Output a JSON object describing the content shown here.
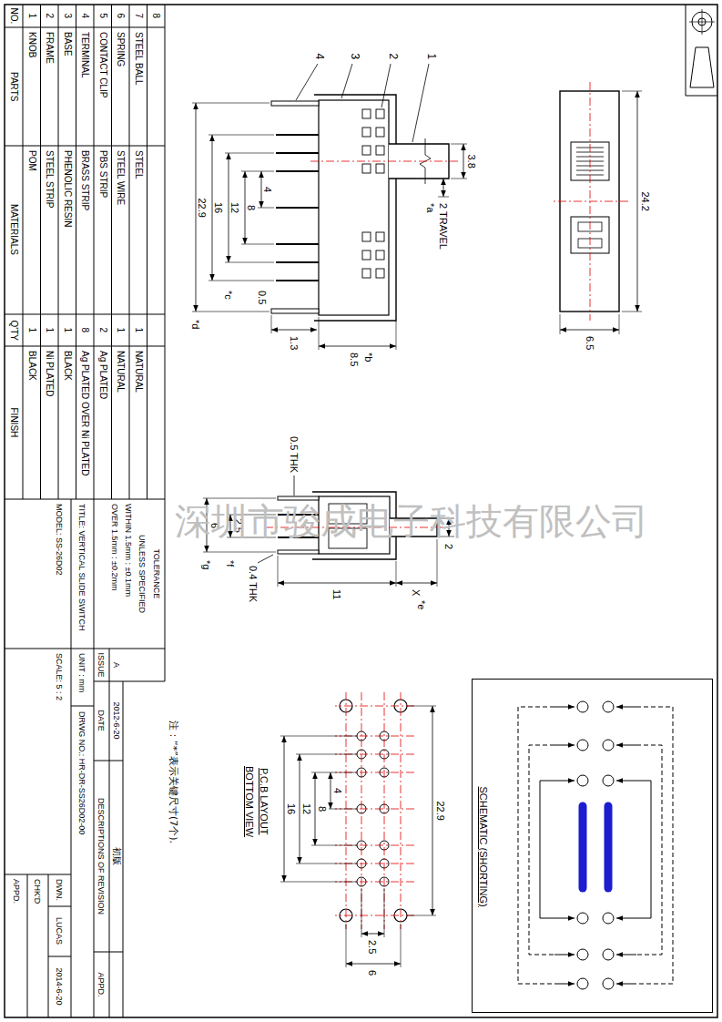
{
  "diagram": {
    "nodes": [
      {
        "text": [
          "SCHEMATIC (SHORTING)"
        ]
      }
    ],
    "labels": [
      "8",
      "7",
      "STEEL BALL",
      "STEEL",
      "1",
      "NATURAL",
      "6",
      "SPRING",
      "STEEL WIRE",
      "1",
      "NATURAL",
      "5",
      "CONTACT CLIP",
      "PBS STRIP",
      "2",
      "Ag PLATED",
      "4",
      "TERMINAL",
      "BRASS STRIP",
      "8",
      "Ag PLATED OVER Ni PLATED",
      "3",
      "BASE",
      "PHENOLIC RESIN",
      "1",
      "BLACK",
      "2",
      "FRAME",
      "STEEL STRIP",
      "1",
      "Ni PLATED",
      "1",
      "KNOB",
      "POM",
      "1",
      "BLACK",
      "NO.",
      "PARTS",
      "MATERIALS",
      "Q'TY",
      "FINISH",
      "TOLERANCE",
      "UNLESS SPECIFIED",
      "WITHIN 1.5mm : ±0.1mm",
      "OVER 1.5mm : ±0.2mm",
      "ISSUE",
      "A",
      "DATE",
      "2012-6-20",
      "DESCRIPTIONS OF REVISION",
      "初版",
      "APPD.",
      "TITLE: VERTICAL SLIDE SWITCH",
      "UNIT : mm",
      "DRWG NO.: HR-DR-SS26D02-00",
      "MODEL: SS-26D02",
      "SCALE: 5 : 2",
      "DWN.",
      "LUCAS",
      "2014-6-20",
      "CHK'D",
      "APPD.",
      "1",
      "2",
      "3",
      "4",
      "3.8",
      "2 TRAVEL",
      "*a",
      "22.9",
      "16",
      "12",
      "8",
      "4",
      "*c",
      "0.5",
      "*d",
      "1.3",
      "*b",
      "8.5",
      "24.2",
      "6.5",
      "0.5 THK",
      "2",
      "6",
      "2.5",
      "*g",
      "*f",
      "0.4 THK",
      "11",
      "X",
      "*e",
      "22.9",
      "16",
      "12",
      "8",
      "4",
      "2.5",
      "6",
      "P.C.B LAYOUT",
      "BOTTOM VIEW",
      "注：“*”表示关键尺寸(7个).",
      "深圳市骏成电子科技有限公司"
    ]
  }
}
